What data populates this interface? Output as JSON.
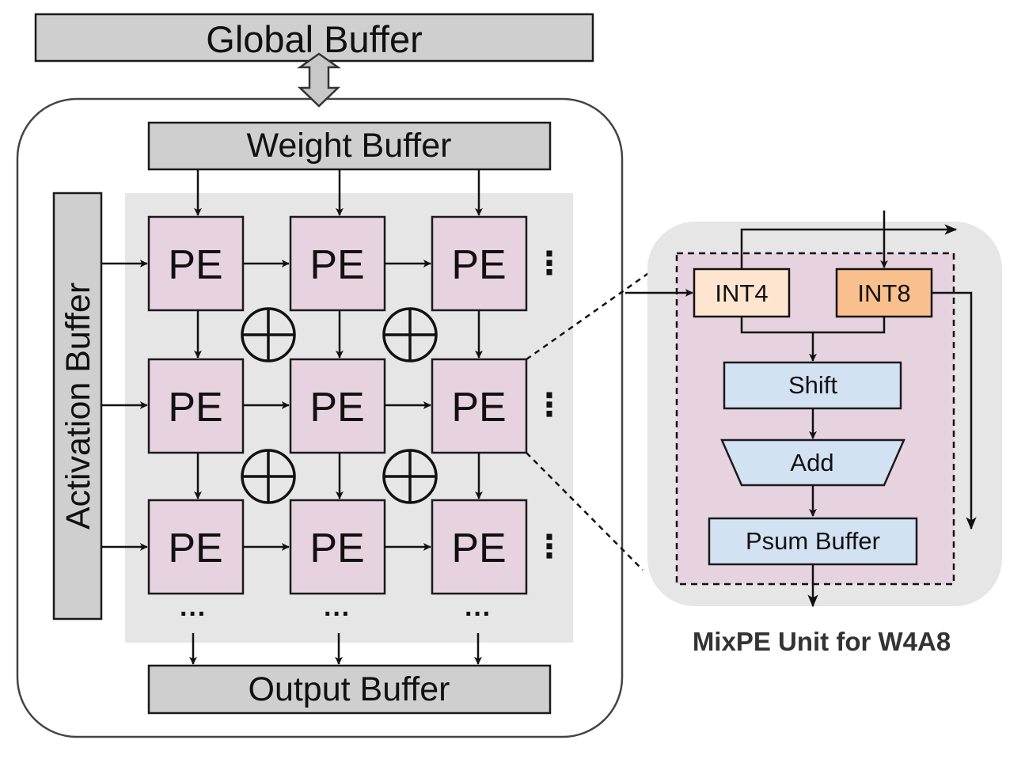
{
  "global_buffer": "Global Buffer",
  "weight_buffer": "Weight Buffer",
  "activation_buffer": "Activation Buffer",
  "output_buffer": "Output Buffer",
  "pe_label": "PE",
  "ellipsis_h": "···",
  "ellipsis_v": "⋮",
  "mixpe": {
    "int4": "INT4",
    "int8": "INT8",
    "shift": "Shift",
    "add": "Add",
    "psum_buffer": "Psum Buffer",
    "caption": "MixPE Unit for W4A8"
  },
  "colors": {
    "buffer_gray": "#cfcfcf",
    "pe_pink": "#e6d3df",
    "int4_fill": "#fde5cf",
    "int8_fill": "#f9c08d",
    "unit_blue": "#d3e2f3",
    "panel_gray": "#e6e6e6"
  }
}
